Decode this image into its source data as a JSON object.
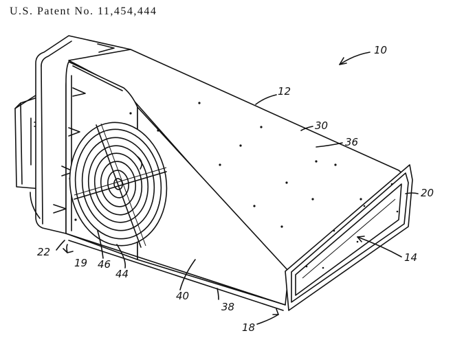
{
  "header": {
    "patent_text": "U.S. Patent No. 11,454,444"
  },
  "labels": {
    "l10": "10",
    "l12": "12",
    "l30": "30",
    "l36": "36",
    "l20": "20",
    "l14": "14",
    "l22": "22",
    "l19": "19",
    "l46": "46",
    "l44": "44",
    "l40": "40",
    "l38": "38",
    "l18": "18"
  }
}
